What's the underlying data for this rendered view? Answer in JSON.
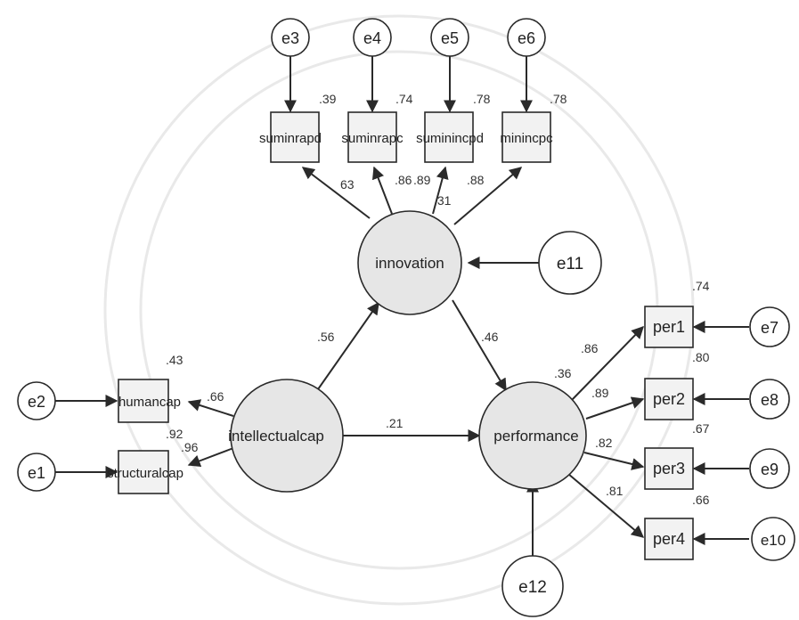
{
  "latents": {
    "innovation": "innovation",
    "intellectualcap": "intellectualcap",
    "performance": "performance"
  },
  "indicators": {
    "ind_sr1": "suminrapd",
    "ind_sr2": "suminrapc",
    "ind_si1": "suminincpd",
    "ind_mi": "minincpc",
    "humancap": "humancap",
    "structuralcap": "structuralcap",
    "per1": "per1",
    "per2": "per2",
    "per3": "per3",
    "per4": "per4"
  },
  "errors": {
    "e1": "e1",
    "e2": "e2",
    "e3": "e3",
    "e4": "e4",
    "e5": "e5",
    "e6": "e6",
    "e7": "e7",
    "e8": "e8",
    "e9": "e9",
    "e10": "e10",
    "e11": "e11",
    "e12": "e12"
  },
  "r_squared": {
    "ind_sr1": ".39",
    "ind_sr2": ".74",
    "ind_si1": ".78",
    "ind_mi": ".78",
    "humancap": ".43",
    "structuralcap": ".92",
    "per1": ".74",
    "per2": ".80",
    "per3": ".67",
    "per4": ".66",
    "innovation": ".31",
    "performance": ".36"
  },
  "loadings": {
    "innovation_sr1": "63",
    "innovation_sr2": ".86",
    "innovation_si1": ".89",
    "innovation_mi": ".88",
    "ic_humancap": ".66",
    "ic_structuralcap": ".96",
    "perf_per1": ".86",
    "perf_per2": ".89",
    "perf_per3": ".82",
    "perf_per4": ".81"
  },
  "paths": {
    "ic_innovation": ".56",
    "innovation_performance": ".46",
    "ic_performance": ".21"
  }
}
